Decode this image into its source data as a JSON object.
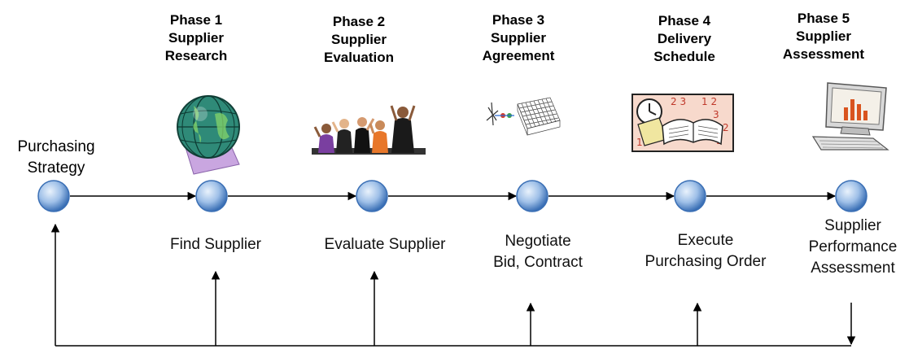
{
  "start": {
    "lines": [
      "Purchasing",
      "Strategy"
    ]
  },
  "phases": [
    {
      "title": [
        "Phase 1",
        "Supplier",
        "Research"
      ],
      "step": [
        "Find Supplier"
      ],
      "icon": "globe-icon"
    },
    {
      "title": [
        "Phase 2",
        "Supplier",
        "Evaluation"
      ],
      "step": [
        "Evaluate Supplier"
      ],
      "icon": "people-applauding-icon"
    },
    {
      "title": [
        "Phase 3",
        "Supplier",
        "Agreement"
      ],
      "step": [
        "Negotiate",
        "Bid, Contract"
      ],
      "icon": "network-grid-icon"
    },
    {
      "title": [
        "Phase 4",
        "Delivery",
        "Schedule"
      ],
      "step": [
        "Execute",
        "Purchasing Order"
      ],
      "icon": "clock-book-calendar-icon"
    },
    {
      "title": [
        "Phase 5",
        "Supplier",
        "Assessment"
      ],
      "step": [
        "Supplier",
        "Performance",
        "Assessment"
      ],
      "icon": "computer-chart-icon"
    }
  ],
  "colors": {
    "node_fill": "#7ea9dc",
    "node_highlight": "#e9f2fc",
    "node_stroke": "#3a6fb5",
    "line": "#000000"
  }
}
